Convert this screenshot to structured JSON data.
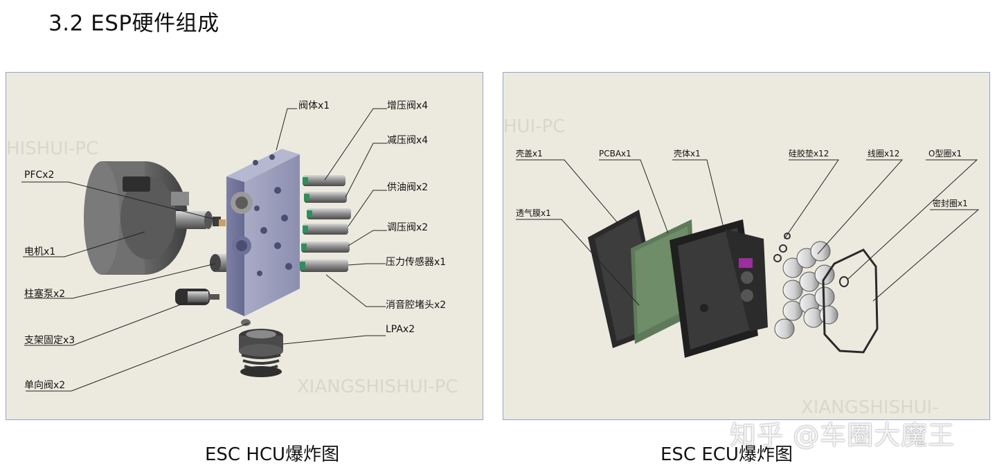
{
  "page": {
    "title": "3.2 ESP硬件组成"
  },
  "hcu": {
    "caption": "ESC HCU爆炸图",
    "labels": {
      "valve_body": "阀体x1",
      "inlet_valve": "增压阀x4",
      "outlet_valve": "减压阀x4",
      "supply_valve": "供油阀x2",
      "regulating_valve": "调压阀x2",
      "pressure_sensor": "压力传感器x1",
      "muffler_plug": "消音腔堵头x2",
      "lpa": "LPAx2",
      "pfc": "PFCx2",
      "motor": "电机x1",
      "plunger_pump": "柱塞泵x2",
      "bracket": "支架固定x3",
      "check_valve": "单向阀x2"
    },
    "ghost_text": {
      "top": "HISHUI-PC",
      "bottom": "XIANGSHISHUI-PC"
    }
  },
  "ecu": {
    "caption": "ESC ECU爆炸图",
    "labels": {
      "cover": "壳盖x1",
      "pcba": "PCBAx1",
      "housing": "壳体x1",
      "silicone_pad": "硅胶垫x12",
      "coil": "线圈x12",
      "o_ring": "O型圈x1",
      "breather": "透气膜x1",
      "seal": "密封圈x1"
    },
    "ghost_text": {
      "top": "HUI-PC",
      "bottom": "XIANGSHISHUI-"
    }
  },
  "watermark": "知乎 @车圈大魔王"
}
